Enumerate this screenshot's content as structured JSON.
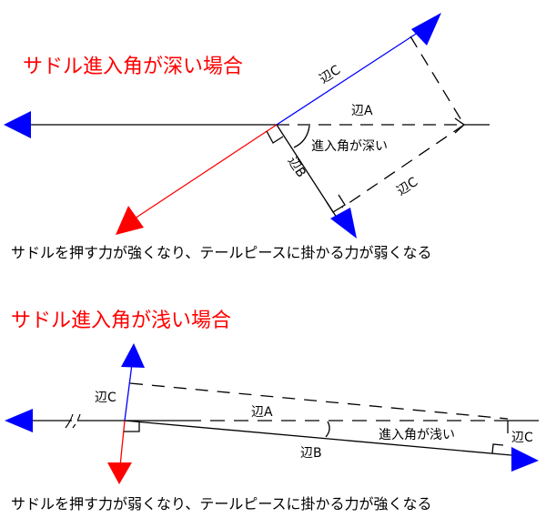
{
  "colors": {
    "title": "#ff0000",
    "blue": "#0000ff",
    "red": "#ff0000",
    "line": "#000000"
  },
  "deep": {
    "title": "サドル進入角が深い場合",
    "edge_c": "辺C",
    "edge_a": "辺A",
    "edge_b": "辺B",
    "edge_c2": "辺C",
    "angle": "進入角が深い",
    "caption": "サドルを押す力が強くなり、テールピースに掛かる力が弱くなる"
  },
  "shallow": {
    "title": "サドル進入角が浅い場合",
    "edge_c": "辺C",
    "edge_a": "辺A",
    "edge_b": "辺B",
    "edge_c2": "辺C",
    "angle": "進入角が浅い",
    "caption": "サドルを押す力が弱くなり、テールピースに掛かる力が強くなる"
  }
}
